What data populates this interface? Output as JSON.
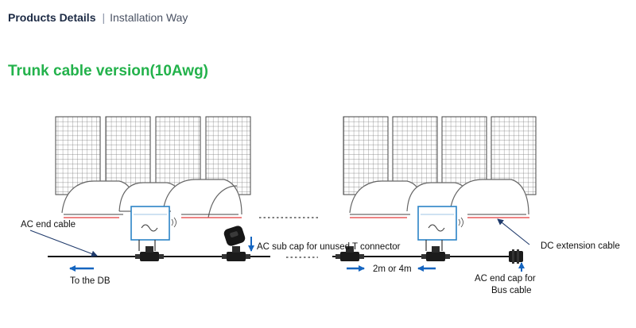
{
  "header": {
    "title": "Products Details",
    "separator": "|",
    "subtitle": "Installation Way"
  },
  "section": {
    "title": "Trunk cable version(10Awg)"
  },
  "labels": {
    "ac_end_cable": "AC end cable",
    "to_the_db": "To the DB",
    "ac_sub_cap": "AC sub cap for unused T connector",
    "distance": "2m or 4m",
    "dc_extension": "DC extension cable",
    "ac_end_cap_line1": "AC end cap for",
    "ac_end_cap_line2": "Bus cable"
  },
  "colors": {
    "title_green": "#23b24b",
    "arrow_blue": "#1565c0",
    "dc_red": "#e33b3b",
    "panel_line": "#555555",
    "inverter_blue": "#2b84c6"
  },
  "icons": [
    "solar-panel-icon",
    "microinverter-icon",
    "t-connector-icon",
    "sub-cap-icon",
    "end-cap-icon"
  ]
}
